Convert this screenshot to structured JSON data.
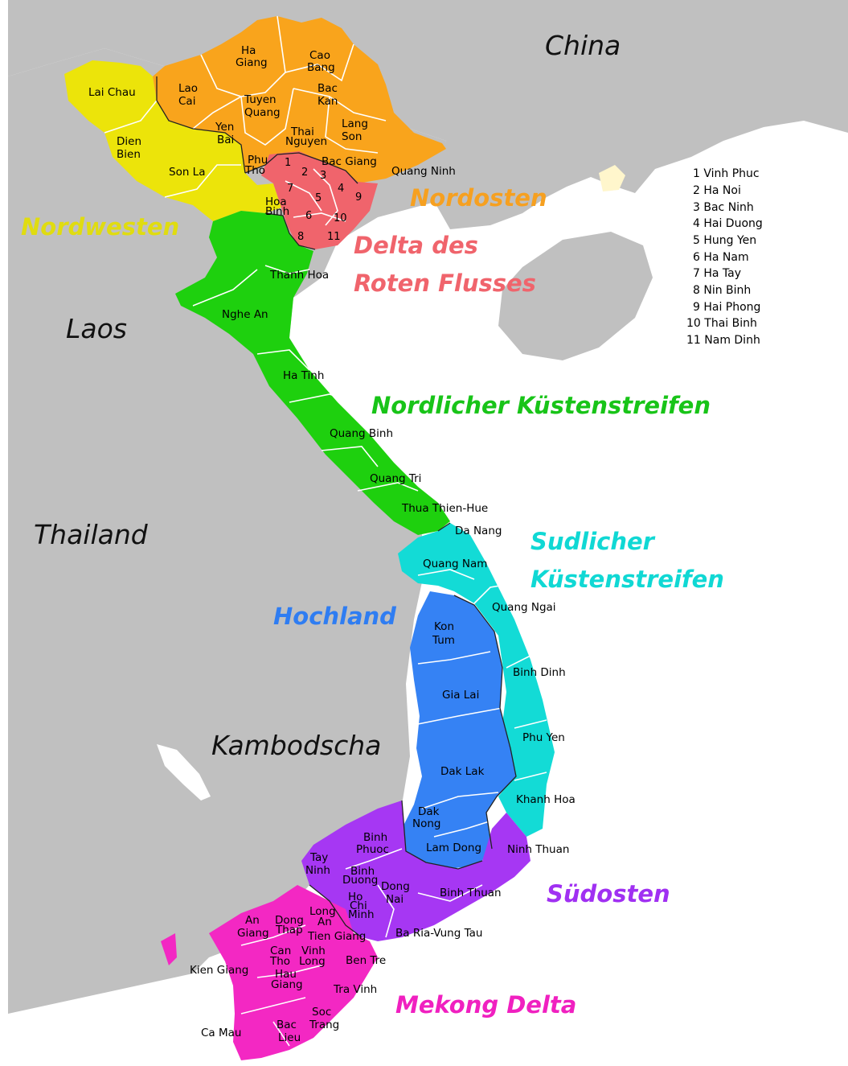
{
  "countries": {
    "china": "China",
    "laos": "Laos",
    "thailand": "Thailand",
    "cambodia": "Kambodscha"
  },
  "regions": {
    "nordwesten": "Nordwesten",
    "nordosten": "Nordosten",
    "delta_line1": "Delta des",
    "delta_line2": "Roten Flusses",
    "north_coast": "Nordlicher Küstenstreifen",
    "south_coast_line1": "Sudlicher",
    "south_coast_line2": "Küstenstreifen",
    "hochland": "Hochland",
    "suedosten": "Südosten",
    "mekong": "Mekong Delta"
  },
  "colors": {
    "land": "#c0c0c0",
    "sea": "#ffffff",
    "nordwesten": "#ece40a",
    "nordosten": "#f9a41c",
    "delta": "#f0646c",
    "north_coast": "#1ed00e",
    "south_coast": "#13dbd6",
    "hochland": "#3582f4",
    "suedosten": "#a637f3",
    "mekong": "#f328c3",
    "nordwesten_label": "#e0dc10",
    "nordosten_label": "#f6a020",
    "delta_label": "#f0646c",
    "north_coast_label": "#18c418",
    "south_coast_label": "#10d8d4",
    "hochland_label": "#2f7df2",
    "suedosten_label": "#a030f2",
    "mekong_label": "#f020c0"
  },
  "provinces": {
    "ha_giang": [
      "Ha",
      "Giang"
    ],
    "cao_bang": [
      "Cao",
      "Bang"
    ],
    "lai_chau": [
      "Lai Chau"
    ],
    "lao_cai": [
      "Lao",
      "Cai"
    ],
    "tuyen_quang": [
      "Tuyen",
      "Quang"
    ],
    "bac_kan": [
      "Bac",
      "Kan"
    ],
    "dien_bien": [
      "Dien",
      "Bien"
    ],
    "yen_bai": [
      "Yen",
      "Bai"
    ],
    "thai_nguyen": [
      "Thai",
      "Nguyen"
    ],
    "lang_son": [
      "Lang",
      "Son"
    ],
    "son_la": [
      "Son La"
    ],
    "phu_tho": [
      "Phu",
      "Tho"
    ],
    "bac_giang": [
      "Bac Giang"
    ],
    "quang_ninh": [
      "Quang Ninh"
    ],
    "hoa_binh": [
      "Hoa",
      "Binh"
    ],
    "thanh_hoa": [
      "Thanh Hoa"
    ],
    "nghe_an": [
      "Nghe An"
    ],
    "ha_tinh": [
      "Ha Tinh"
    ],
    "quang_binh": [
      "Quang Binh"
    ],
    "quang_tri": [
      "Quang Tri"
    ],
    "thua_thien_hue": [
      "Thua Thien-Hue"
    ],
    "da_nang": [
      "Da Nang"
    ],
    "quang_nam": [
      "Quang Nam"
    ],
    "quang_ngai": [
      "Quang Ngai"
    ],
    "kon_tum": [
      "Kon",
      "Tum"
    ],
    "binh_dinh": [
      "Binh Dinh"
    ],
    "gia_lai": [
      "Gia Lai"
    ],
    "phu_yen": [
      "Phu Yen"
    ],
    "dak_lak": [
      "Dak Lak"
    ],
    "khanh_hoa": [
      "Khanh Hoa"
    ],
    "dak_nong": [
      "Dak",
      "Nong"
    ],
    "binh_phuoc": [
      "Binh",
      "Phuoc"
    ],
    "lam_dong": [
      "Lam Dong"
    ],
    "ninh_thuan": [
      "Ninh Thuan"
    ],
    "tay_ninh": [
      "Tay",
      "Ninh"
    ],
    "binh_duong": [
      "Binh",
      "Duong"
    ],
    "dong_nai": [
      "Dong",
      "Nai"
    ],
    "binh_thuan": [
      "Binh Thuan"
    ],
    "ho_chi_minh": [
      "Ho",
      "Chi",
      "Minh"
    ],
    "an_giang": [
      "An",
      "Giang"
    ],
    "dong_thap": [
      "Dong",
      "Thap"
    ],
    "long_an": [
      "Long",
      "An"
    ],
    "tien_giang": [
      "Tien Giang"
    ],
    "ba_ria": [
      "Ba Ria-Vung Tau"
    ],
    "can_tho": [
      "Can",
      "Tho"
    ],
    "vinh_long": [
      "Vinh",
      "Long"
    ],
    "ben_tre": [
      "Ben Tre"
    ],
    "kien_giang": [
      "Kien Giang"
    ],
    "hau_giang": [
      "Hau",
      "Giang"
    ],
    "tra_vinh": [
      "Tra Vinh"
    ],
    "soc_trang": [
      "Soc",
      "Trang"
    ],
    "ca_mau": [
      "Ca Mau"
    ],
    "bac_lieu": [
      "Bac",
      "Lieu"
    ]
  },
  "delta_numbers": [
    "1",
    "2",
    "3",
    "4",
    "5",
    "6",
    "7",
    "8",
    "9",
    "10",
    "11"
  ],
  "legend": [
    "1 Vinh Phuc",
    "2 Ha Noi",
    "3 Bac Ninh",
    "4 Hai Duong",
    "5 Hung Yen",
    "6 Ha Nam",
    "7 Ha Tay",
    "8 Nin Binh",
    "9 Hai Phong",
    "10 Thai Binh",
    "11 Nam Dinh"
  ]
}
